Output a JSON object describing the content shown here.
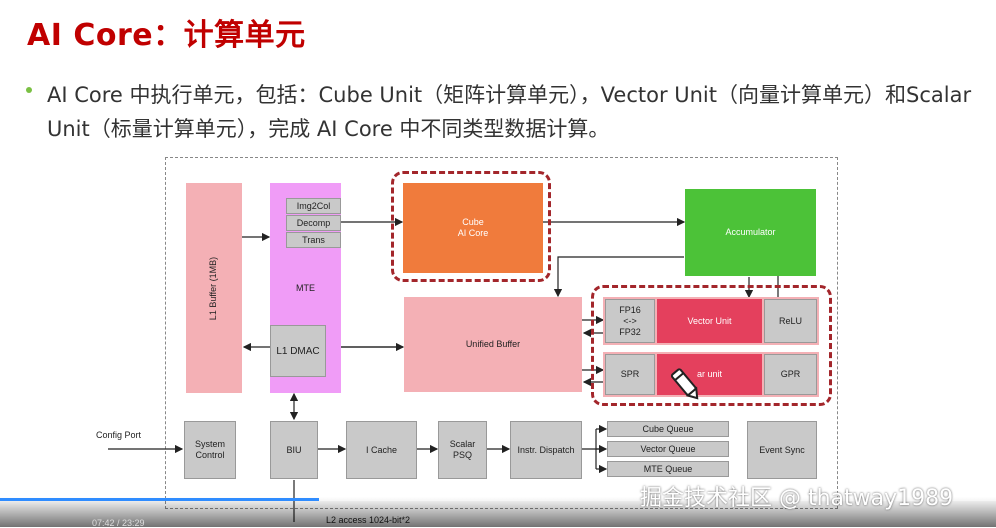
{
  "title": "AI Core：计算单元",
  "bullet": "AI Core 中执行单元，包括：Cube Unit（矩阵计算单元），Vector Unit（向量计算单元）和Scalar Unit（标量计算单元），完成 AI Core 中不同类型数据计算。",
  "diagram": {
    "l1_buffer": "L1 Buffer (1MB)",
    "mte_items": [
      "Img2Col",
      "Decomp",
      "Trans"
    ],
    "mte": "MTE",
    "l1_dmac": "L1 DMAC",
    "cube_line1": "Cube",
    "cube_line2": "AI Core",
    "accumulator": "Accumulator",
    "unified_buffer": "Unified Buffer",
    "fp16_line1": "FP16",
    "fp16_line2": "<->",
    "fp16_line3": "FP32",
    "vector_unit": "Vector Unit",
    "relu": "ReLU",
    "spr": "SPR",
    "scalar_unit": "ar unit",
    "gpr": "GPR",
    "config_port": "Config Port",
    "system_control_1": "System",
    "system_control_2": "Control",
    "biu": "BIU",
    "i_cache": "I Cache",
    "scalar_psq_1": "Scalar",
    "scalar_psq_2": "PSQ",
    "instr_dispatch": "Instr. Dispatch",
    "cube_queue": "Cube Queue",
    "vector_queue": "Vector Queue",
    "mte_queue": "MTE Queue",
    "event_sync": "Event Sync",
    "l2_access": "L2 access 1024-bit*2"
  },
  "colors": {
    "title": "#c00000",
    "pink_box": "#f4b0b5",
    "mte": "#f09cf7",
    "gray_box": "#c9c9c9",
    "cube": "#f07b3c",
    "accumulator": "#4cc238",
    "vector_red": "#e4405d",
    "highlight": "#a3262b"
  },
  "player": {
    "time": "07:42 / 23:29",
    "watermark": "掘金技术社区 @ thatway1989",
    "progress": 0.32
  }
}
